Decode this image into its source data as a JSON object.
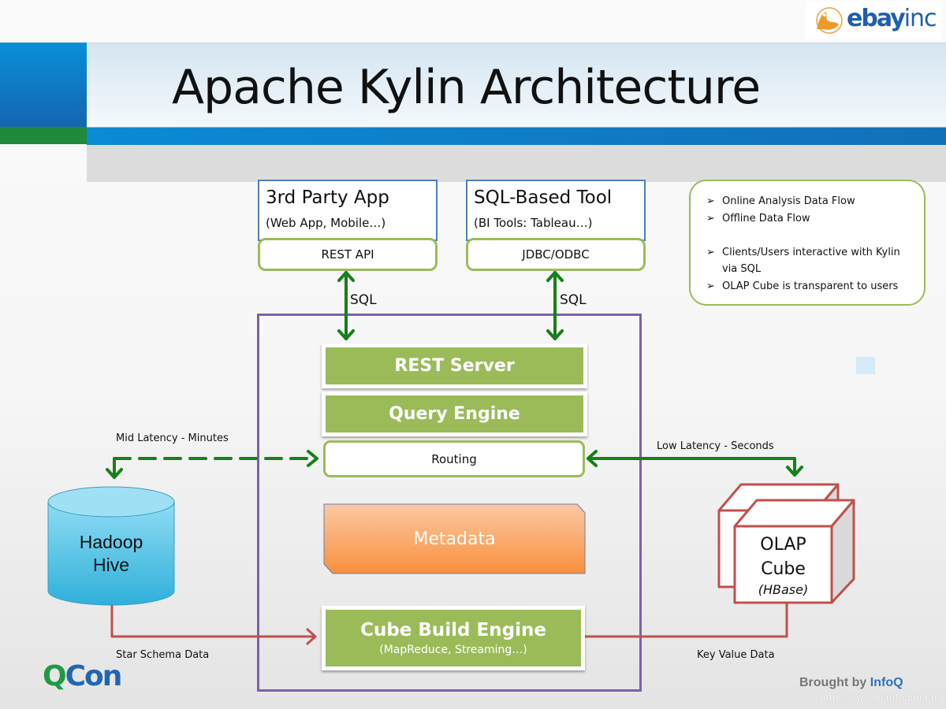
{
  "header": {
    "title": "Apache Kylin Architecture",
    "logo": {
      "brand": "ebay",
      "suffix": "inc",
      "icon": "ebay-dragon-logo-icon"
    }
  },
  "clients": [
    {
      "title": "3rd Party App",
      "subtitle": "(Web App, Mobile…)",
      "interface": "REST API",
      "protocol": "SQL"
    },
    {
      "title": "SQL-Based Tool",
      "subtitle": "(BI Tools: Tableau…)",
      "interface": "JDBC/ODBC",
      "protocol": "SQL"
    }
  ],
  "kylin": {
    "rest_server": "REST Server",
    "query_engine": "Query Engine",
    "routing": "Routing",
    "metadata": "Metadata",
    "cube_build_engine": {
      "title": "Cube Build Engine",
      "subtitle": "(MapReduce, Streaming…)"
    }
  },
  "sources": {
    "hive": {
      "line1": "Hadoop",
      "line2": "Hive"
    },
    "cube": {
      "line1": "OLAP",
      "line2": "Cube",
      "line3": "(HBase)"
    }
  },
  "flows": {
    "mid_latency": "Mid Latency - Minutes",
    "low_latency": "Low  Latency - Seconds",
    "star_schema": "Star Schema Data",
    "key_value": "Key Value Data"
  },
  "legend": {
    "items": [
      {
        "bullet": "➢",
        "text": "Online Analysis Data Flow",
        "symbol": "double-arrow-green"
      },
      {
        "bullet": "➢",
        "text": "Offline Data Flow",
        "symbol": "arrow-red"
      },
      {
        "bullet": "➢",
        "text": "Clients/Users interactive with Kylin"
      },
      {
        "bullet": "",
        "text": "via SQL"
      },
      {
        "bullet": "➢",
        "text": "OLAP Cube is transparent to users"
      }
    ]
  },
  "footer": {
    "qcon_q": "Q",
    "qcon_rest": "Con",
    "brought_by": "Brought by ",
    "infoq": "InfoQ",
    "url": "http://www.useit.com.cn"
  },
  "colors": {
    "online_flow": "#17801a",
    "offline_flow": "#c0504d",
    "green_block": "#9bbb59",
    "purple_frame": "#7b62a6",
    "client_border": "#4f7fb8",
    "metadata": "#f9954a",
    "hive": "#3fb8de"
  }
}
